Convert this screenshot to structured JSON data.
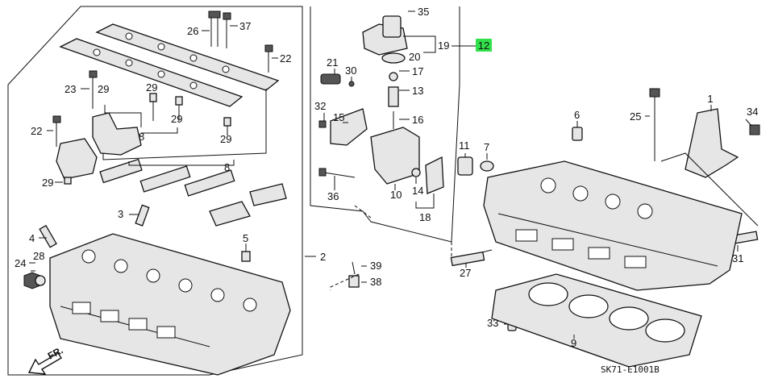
{
  "labels": {
    "p1": "1",
    "p2": "2",
    "p3": "3",
    "p4": "4",
    "p5": "5",
    "p6": "6",
    "p7": "7",
    "p8a": "8",
    "p8b": "8",
    "p9": "9",
    "p10": "10",
    "p11": "11",
    "p12": "12",
    "p13": "13",
    "p14": "14",
    "p15": "15",
    "p16": "16",
    "p17": "17",
    "p18": "18",
    "p19": "19",
    "p20": "20",
    "p21": "21",
    "p22a": "22",
    "p22b": "22",
    "p23": "23",
    "p24": "24",
    "p25": "25",
    "p26": "26",
    "p27": "27",
    "p28": "28",
    "p29a": "29",
    "p29b": "29",
    "p29c": "29",
    "p29d": "29",
    "p29e": "29",
    "p30": "30",
    "p31": "31",
    "p32": "32",
    "p33": "33",
    "p34": "34",
    "p35": "35",
    "p36": "36",
    "p37": "37",
    "p38": "38",
    "p39": "39"
  },
  "highlight_color": "#32e04a",
  "direction_label": "FR.",
  "reference_code": "SK71-E1001B"
}
